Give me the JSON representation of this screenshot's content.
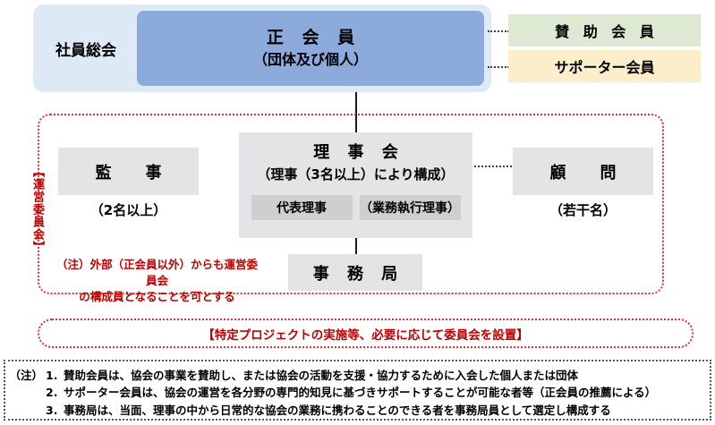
{
  "top": {
    "general_meeting_label": "社員総会",
    "regular_member": {
      "title": "正 会 員",
      "subtitle": "（団体及び個人）"
    },
    "supporting_member": "賛 助 会 員",
    "supporter_member": "サポーター会員"
  },
  "steering": {
    "vertical_label": "【運営委員会】",
    "auditor": {
      "title": "監　事",
      "note": "（2名以上）"
    },
    "board": {
      "title": "理 事 会",
      "subtitle": "（理事（3名以上）により構成）",
      "inner": [
        "代表理事",
        "（業務執行理事）"
      ]
    },
    "advisor": {
      "title": "顧　問",
      "note": "（若干名）"
    },
    "office": "事 務 局",
    "note": "（注）外部（正会員以外）からも運営委員会\nの構成員となることを可とする",
    "note_line1": "（注）外部（正会員以外）からも運営委員会",
    "note_line2": "の構成員となることを可とする"
  },
  "project_committee": {
    "label": "【特定プロジェクトの実施等、必要に応じて委員会を設置】"
  },
  "footnotes": {
    "prefix": "（注）",
    "items": [
      {
        "num": "1.",
        "text": "賛助会員は、協会の事業を賛助し、または協会の活動を支援・協力するために入会した個人または団体"
      },
      {
        "num": "2.",
        "text": "サポーター会員は、協会の運営を各分野の専門的知見に基づきサポートすることが可能な者等（正会員の推薦による）"
      },
      {
        "num": "3.",
        "text": "事務局は、当面、理事の中から日常的な協会の業務に携わることのできる者を事務局員として選定し構成する"
      }
    ]
  },
  "colors": {
    "regular_member_bg": "#8CAADC",
    "general_meeting_bg": "#DEE9F6",
    "supporting_member_bg": "#DDE9D2",
    "supporter_member_bg": "#FCEDCB",
    "gray_box_bg": "#E4E4E6",
    "inner_box_bg": "#CFCFD1",
    "accent_red": "#C00000",
    "dashed_red": "#E03030"
  }
}
